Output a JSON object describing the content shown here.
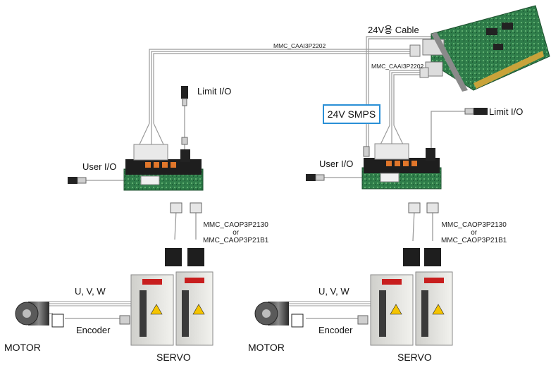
{
  "labels": {
    "cable_24v": "24V용 Cable",
    "caai_top": "MMC_CAAI3P2202",
    "caai_right": "MMC_CAAI3P2202",
    "smps": "24V SMPS",
    "limit_io_left": "Limit I/O",
    "limit_io_right": "Limit I/O",
    "user_io_left": "User I/O",
    "user_io_right": "User I/O",
    "caop_left_1": "MMC_CAOP3P2130",
    "caop_left_or": "or",
    "caop_left_2": "MMC_CAOP3P21B1",
    "caop_right_1": "MMC_CAOP3P2130",
    "caop_right_or": "or",
    "caop_right_2": "MMC_CAOP3P21B1",
    "uvw_left": "U, V, W",
    "uvw_right": "U, V, W",
    "encoder_left": "Encoder",
    "encoder_right": "Encoder",
    "motor_left": "MOTOR",
    "motor_right": "MOTOR",
    "servo_left": "SERVO",
    "servo_right": "SERVO"
  },
  "colors": {
    "pcb_green": "#2f7d4a",
    "terminal_black": "#1e1e1e",
    "cable_gray": "#9a9a9a",
    "smps_border": "#2a8fd6",
    "servo_body": "#e6e6e2",
    "servo_display": "#c81e1e"
  }
}
